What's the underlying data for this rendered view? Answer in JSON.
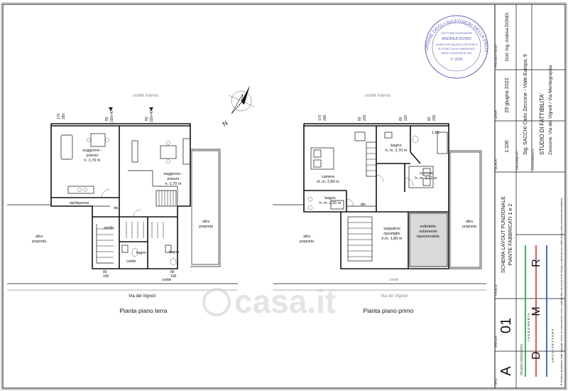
{
  "ground_floor": {
    "cortile_interno": "cortile interno",
    "living1": {
      "name": "soggiorno -",
      "name2": "pranzo",
      "height": "h. 2,70 m"
    },
    "living2": {
      "name": "soggiorno -",
      "name2": "pranzo",
      "height": "h. 2,70 m"
    },
    "rip": "rip/dispensa",
    "dis": "dis",
    "antdis": "ant/dis",
    "bagno1": "bagno",
    "bagno2": "bagno",
    "altra_left": {
      "l1": "altra",
      "l2": "proprietà"
    },
    "altra_right": {
      "l1": "altra",
      "l2": "proprietà"
    },
    "cortile_b1": "cortile",
    "cortile_b2": "cortile",
    "street": "Via dei Vignoli",
    "caption": "Pianta piano terra",
    "dims": {
      "a": "170",
      "b": "260",
      "c": "80",
      "d": "220+40",
      "e": "80",
      "f": "220+40",
      "g": "80",
      "h": "100",
      "i": "80",
      "j": "100"
    }
  },
  "first_floor": {
    "cortile_interno": "cortile interno",
    "camera1": {
      "name": "camere",
      "height": "H. m. 2,80 m"
    },
    "bagno_top": {
      "name": "bagno",
      "height": "h. m. 2,70 m"
    },
    "camera2": {
      "name": "camera",
      "height": "h. m. 2,75 m"
    },
    "bagno_left": {
      "name": "bagno",
      "height": "h. m. 2,55 m"
    },
    "dis": "dis",
    "soppalco": {
      "l1": "soppalco/",
      "l2": "ripostiglio",
      "l3": "h.m. 1,80 m"
    },
    "sottotetto": {
      "l1": "sottotetto",
      "l2": "solamente",
      "l3": "ispezionabile"
    },
    "dim185": "1,85",
    "altra_left": {
      "l1": "altra",
      "l2": "proprietà"
    },
    "altra_right": {
      "l1": "altra",
      "l2": "proprietà"
    },
    "cortile_b": "cortile",
    "street": "Via dei Vignoli",
    "caption": "Pianta piano primo",
    "dims": {
      "a": "170",
      "b": "260",
      "c": "80",
      "d": "220",
      "e": "80",
      "f": "220",
      "g": "80",
      "h": "220"
    }
  },
  "north": "N",
  "stamp": {
    "ring": "ORDINE DEGLI INGEGNERI DELLA PROVINCIA DI PAVIA",
    "l1": "DOTTORE INGEGNERE",
    "l2": "ANDREA DONDI",
    "l3": "LAUREA SPECIALISTICA SETTORE A",
    "l4": "SETTORE CIVILE E AMBIENTALE",
    "l5": "ANNO DI ISCRIZIONE 2016",
    "l6": "n° 2555"
  },
  "titleblock": {
    "tipo_label": "TIPO:",
    "tipo_value": "A",
    "tavola_label": "TAVOLA:",
    "tavola_value": "01",
    "titolo_label": "TITOLO:",
    "titolo_line1": "SCHEMA LAYOUT FUNZIONALE",
    "titolo_line2": "PIANTE FABBRICATI 1 e 2",
    "scala_label": "SCALA:",
    "scala_value": "1:100",
    "data_label": "DATA:",
    "data_value": "29 giugno 2022",
    "proprieta_label": "PROPRIETA':",
    "proprieta_value": "Sig.  SACCHI Carlo Zeccone  - Viale Europa, 9",
    "intervento_label": "INTERVENTO:",
    "intervento_line1": "STUDIO DI FATTIBILITA'",
    "intervento_line2": "Zeccone, Via dei Vignoli / Via Montegrappa",
    "progettista_label": "PROGETTISTA:",
    "progettista_value": "Dott. Ing. Andrea DONDI",
    "logo_letters": [
      "D",
      "M",
      "R"
    ],
    "logo_side": "STUDIO ASSOCIATO",
    "logo_top": "I N G E G N E R I A",
    "logo_bottom": "A R C H I T E T T U R A",
    "legal": "E' vietata la riproduzione totale o parziale nonché la comunicazione  a terzi o qualsiasi altro uso del presente disegno o calcoli ad esso relativi senza nostra preventiva autorizzazione"
  },
  "watermark": "casa.it"
}
